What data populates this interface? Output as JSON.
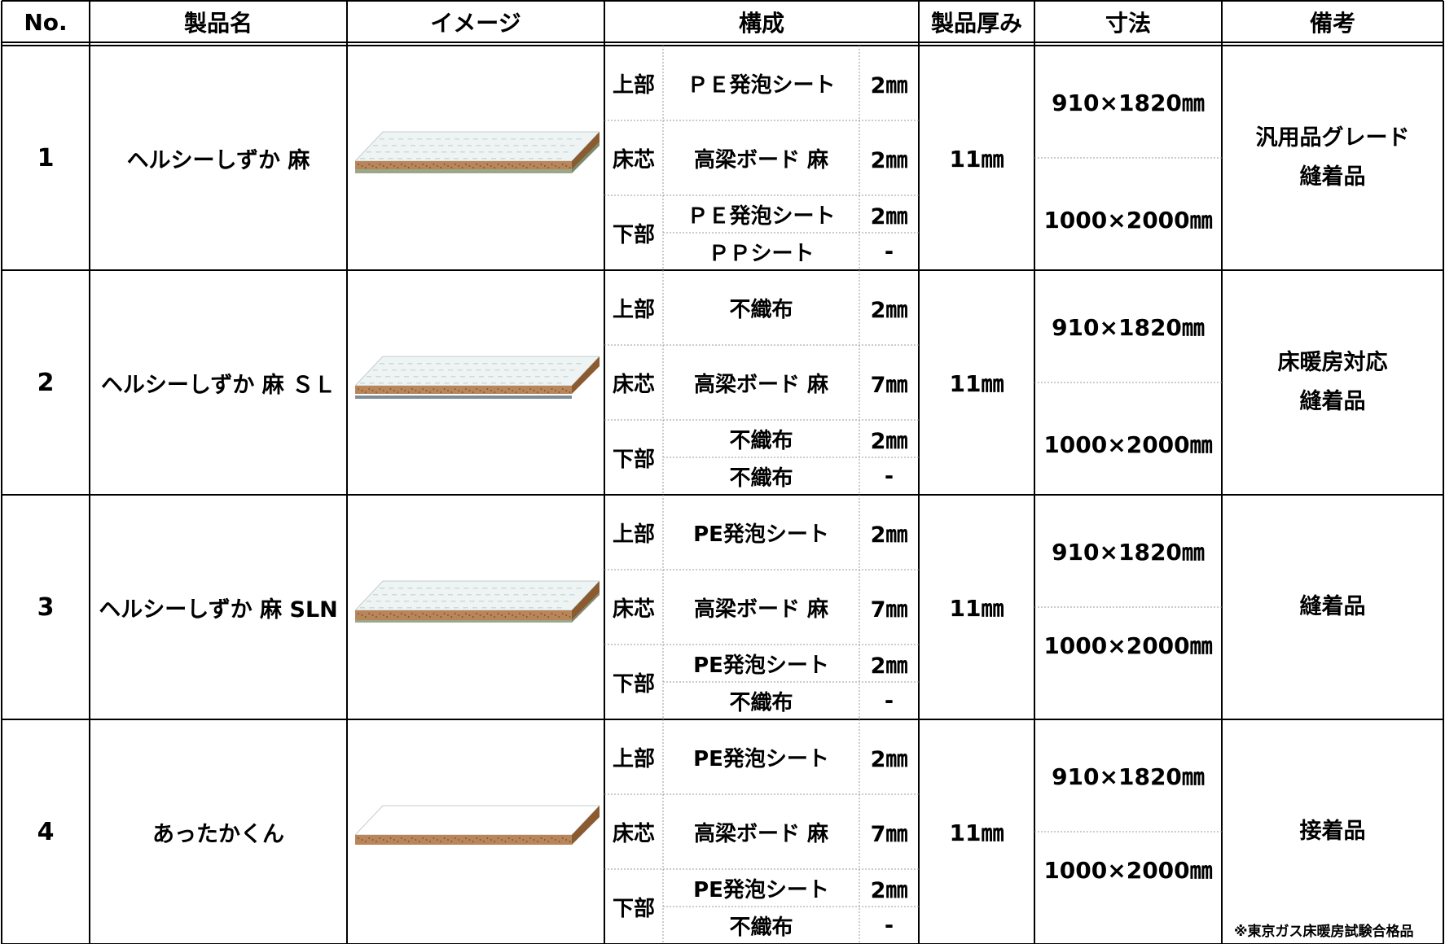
{
  "header": {
    "no": "No.",
    "name": "製品名",
    "image": "イメージ",
    "composition": "構成",
    "thickness": "製品厚み",
    "size": "寸法",
    "remarks": "備考"
  },
  "rows": [
    {
      "no": "1",
      "name": "ヘルシーしずか 麻",
      "image": "board-image-1",
      "layers": [
        {
          "label": "上部",
          "material": "ＰＥ発泡シート",
          "thickness": "2㎜"
        },
        {
          "label": "床芯",
          "material": "高梁ボード 麻",
          "thickness": "2㎜"
        },
        {
          "label": "下部",
          "material": "ＰＥ発泡シート",
          "thickness": "2㎜"
        },
        {
          "label": "",
          "material": "ＰＰシート",
          "thickness": "-"
        }
      ],
      "total": "11㎜",
      "sizes": [
        "910×1820㎜",
        "1000×2000㎜"
      ],
      "remarks": [
        "汎用品グレード",
        "縫着品"
      ]
    },
    {
      "no": "2",
      "name": "ヘルシーしずか 麻 ＳＬ",
      "image": "board-image-2",
      "layers": [
        {
          "label": "上部",
          "material": "不織布",
          "thickness": "2㎜"
        },
        {
          "label": "床芯",
          "material": "高梁ボード 麻",
          "thickness": "7㎜"
        },
        {
          "label": "下部",
          "material": "不織布",
          "thickness": "2㎜"
        },
        {
          "label": "",
          "material": "不織布",
          "thickness": "-"
        }
      ],
      "total": "11㎜",
      "sizes": [
        "910×1820㎜",
        "1000×2000㎜"
      ],
      "remarks": [
        "床暖房対応",
        "縫着品"
      ]
    },
    {
      "no": "3",
      "name": "ヘルシーしずか 麻 SLN",
      "image": "board-image-3",
      "layers": [
        {
          "label": "上部",
          "material": "PE発泡シート",
          "thickness": "2㎜"
        },
        {
          "label": "床芯",
          "material": "高梁ボード 麻",
          "thickness": "7㎜"
        },
        {
          "label": "下部",
          "material": "PE発泡シート",
          "thickness": "2㎜"
        },
        {
          "label": "",
          "material": "不織布",
          "thickness": "-"
        }
      ],
      "total": "11㎜",
      "sizes": [
        "910×1820㎜",
        "1000×2000㎜"
      ],
      "remarks": [
        "縫着品"
      ]
    },
    {
      "no": "4",
      "name": "あったかくん",
      "image": "board-image-4",
      "layers": [
        {
          "label": "上部",
          "material": "PE発泡シート",
          "thickness": "2㎜"
        },
        {
          "label": "床芯",
          "material": "高梁ボード 麻",
          "thickness": "7㎜"
        },
        {
          "label": "下部",
          "material": "PE発泡シート",
          "thickness": "2㎜"
        },
        {
          "label": "",
          "material": "不織布",
          "thickness": "-"
        }
      ],
      "total": "11㎜",
      "sizes": [
        "910×1820㎜",
        "1000×2000㎜"
      ],
      "remarks": [
        "接着品"
      ]
    }
  ],
  "footnote": "※東京ガス床暖房試験合格品",
  "colors": {
    "border": "#000000",
    "dotted": "#9a9a9a",
    "cork": "#b8865a",
    "cork_dark": "#8a5a30",
    "sheet": "#eef3f3"
  }
}
